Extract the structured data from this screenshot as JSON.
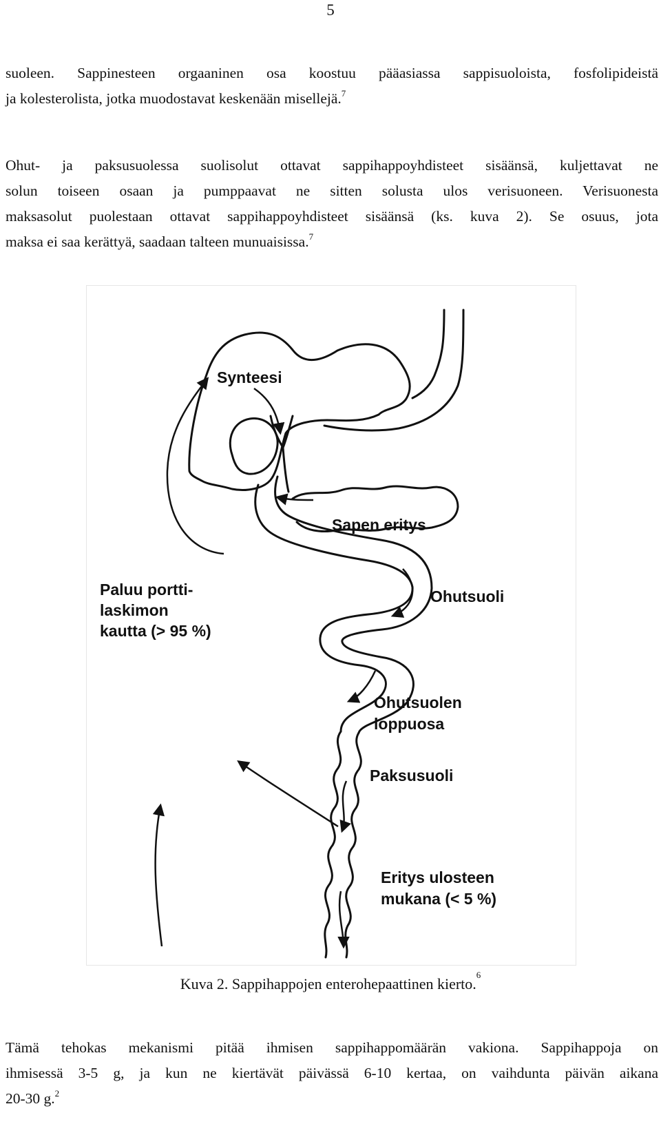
{
  "page_number": "5",
  "paragraph1": {
    "line1": "suoleen. Sappinesteen orgaaninen osa koostuu pääasiassa sappisuoloista, fosfolipideistä",
    "line2": "ja kolesterolista, jotka muodostavat keskenään misellejä.",
    "ref": "7"
  },
  "paragraph2": {
    "line1": "Ohut- ja paksusuolessa suolisolut ottavat sappihappoyhdisteet sisäänsä, kuljettavat ne",
    "line2": "solun toiseen osaan ja pumppaavat ne sitten solusta ulos verisuoneen. Verisuonesta",
    "line3": "maksasolut puolestaan ottavat sappihappoyhdisteet sisäänsä (ks. kuva 2). Se osuus, jota",
    "line4": "maksa ei saa kerättyä, saadaan talteen munuaisissa.",
    "ref": "7"
  },
  "figure": {
    "labels": {
      "synteesi": "Synteesi",
      "sapen_eritys": "Sapen eritys",
      "paluu_1": "Paluu portti-",
      "paluu_2": "laskimon",
      "paluu_3": "kautta (> 95 %)",
      "ohutsuoli": "Ohutsuoli",
      "ohutsuolen_1": "Ohutsuolen",
      "ohutsuolen_2": "loppuosa",
      "paksusuoli": "Paksusuoli",
      "eritys_1": "Eritys ulosteen",
      "eritys_2": "mukana (< 5 %)"
    }
  },
  "caption": {
    "text": "Kuva 2. Sappihappojen enterohepaattinen kierto.",
    "ref": "6"
  },
  "paragraph3": {
    "line1": "Tämä tehokas mekanismi pitää ihmisen sappihappomäärän vakiona. Sappihappoja on",
    "line2": "ihmisessä 3-5 g, ja kun ne kiertävät päivässä 6-10 kertaa, on vaihdunta päivän aikana",
    "line3": "20-30 g.",
    "ref": "2"
  }
}
